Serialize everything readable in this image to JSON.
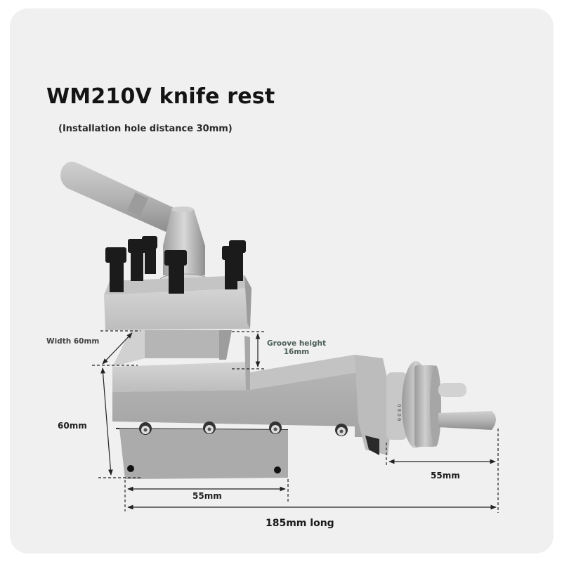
{
  "header": {
    "title": "WM210V knife rest",
    "subtitle": "(Installation hole distance 30mm)"
  },
  "dimensions": {
    "width_label": "Width 60mm",
    "groove_label_line1": "Groove height",
    "groove_label_line2": "16mm",
    "height_label": "60mm",
    "base_length_label": "55mm",
    "handwheel_length_label": "55mm",
    "total_length_label": "185mm long"
  },
  "colors": {
    "card_background": "#f1f0f1",
    "page_background": "#ffffff",
    "metal_light": "#c9c9c9",
    "metal_mid": "#a9a9a9",
    "metal_dark": "#8a8a8a",
    "bolt": "#1b1b1b",
    "dimension_line": "#222222",
    "groove_text": "#4c5f55"
  }
}
